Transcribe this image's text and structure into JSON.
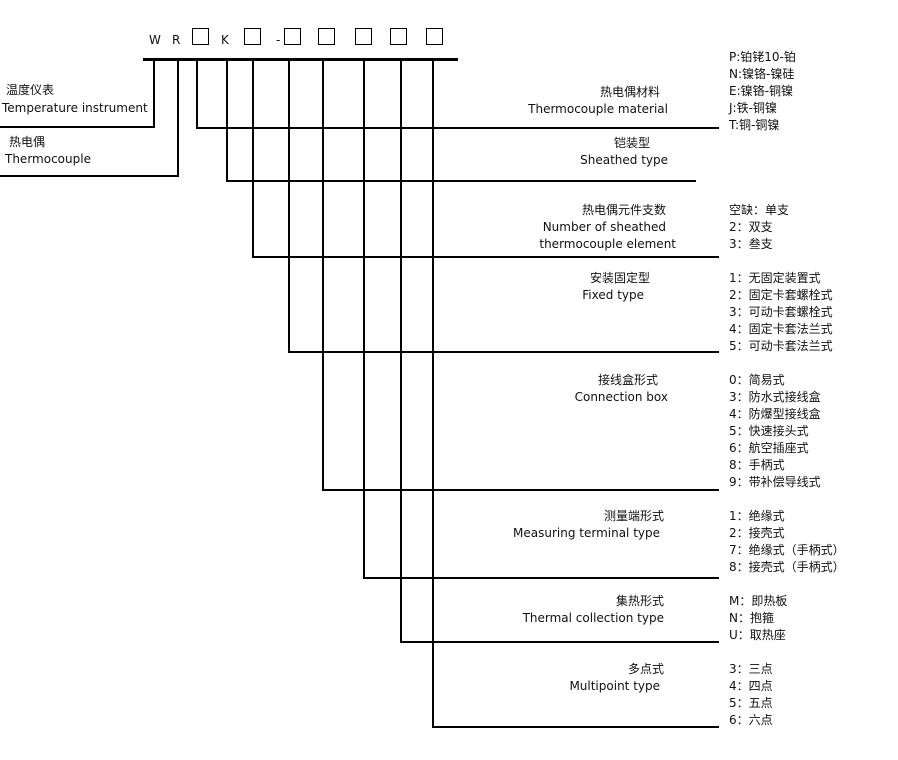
{
  "code": {
    "letters": [
      "W",
      "R",
      "K",
      "-"
    ]
  },
  "left_labels": {
    "temperature_instrument": {
      "zh": "温度仪表",
      "en": "Temperature instrument"
    },
    "thermocouple": {
      "zh": "热电偶",
      "en": "Thermocouple"
    }
  },
  "rows": [
    {
      "zh": "热电偶材料",
      "en": "Thermocouple material",
      "options": [
        "P:铂铑10-铂",
        "N:镍铬-镍硅",
        "E:镍铬-铜镍",
        "J:铁-铜镍",
        "T:铜-铜镍"
      ]
    },
    {
      "zh": "铠装型",
      "en": "Sheathed type",
      "options": []
    },
    {
      "zh": "热电偶元件支数",
      "en": "Number of sheathed",
      "en2": "thermocouple element",
      "options": [
        "空缺：单支",
        "2：双支",
        "3：叁支"
      ]
    },
    {
      "zh": "安装固定型",
      "en": "Fixed type",
      "options": [
        "1：无固定装置式",
        "2：固定卡套螺栓式",
        "3：可动卡套螺栓式",
        "4：固定卡套法兰式",
        "5：可动卡套法兰式"
      ]
    },
    {
      "zh": "接线盒形式",
      "en": "Connection box",
      "options": [
        "0：简易式",
        "3：防水式接线盒",
        "4：防爆型接线盒",
        "5：快速接头式",
        "6：航空插座式",
        "8：手柄式",
        "9：带补偿导线式"
      ]
    },
    {
      "zh": "测量端形式",
      "en": "Measuring terminal type",
      "options": [
        "1：绝缘式",
        "2：接壳式",
        "7：绝缘式（手柄式）",
        "8：接壳式（手柄式）"
      ]
    },
    {
      "zh": "集热形式",
      "en": "Thermal collection type",
      "options": [
        "M：即热板",
        "N：抱箍",
        "U：取热座"
      ]
    },
    {
      "zh": "多点式",
      "en": "Multipoint type",
      "options": [
        "3：三点",
        "4：四点",
        "5：五点",
        "6：六点"
      ]
    }
  ]
}
